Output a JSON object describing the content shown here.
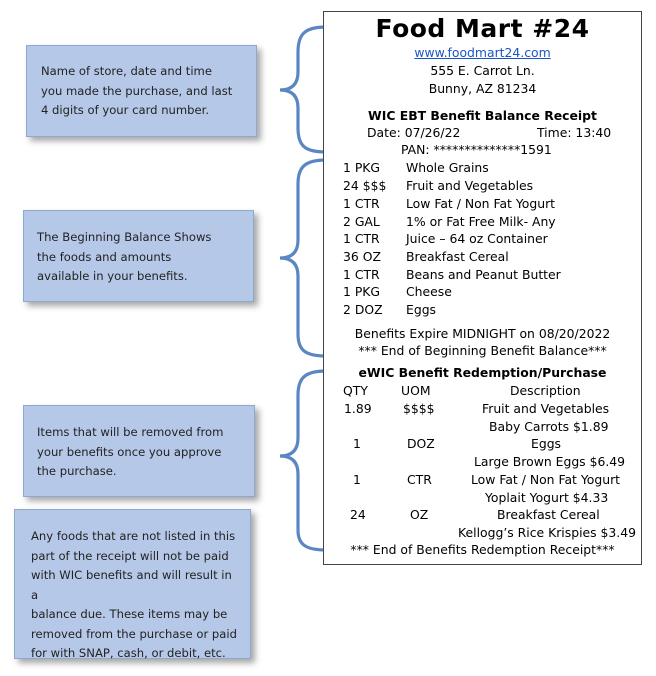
{
  "callouts": {
    "store_info": [
      "Name of store, date and time",
      "you made the purchase, and last",
      "4 digits of your card number."
    ],
    "beginning_balance": [
      "The Beginning Balance Shows",
      "the foods and amounts",
      "available in your benefits."
    ],
    "items_removed": [
      "Items that will be removed from",
      "your benefits once you approve",
      "the purchase."
    ],
    "not_listed": [
      "Any foods that are not listed in this",
      "part of the receipt will not be paid",
      "with WIC benefits and will result in a",
      "balance due. These items may be",
      "removed from the purchase or paid",
      "for with SNAP, cash, or debit, etc."
    ]
  },
  "receipt": {
    "store_name": "Food Mart #24",
    "website": "www.foodmart24.com",
    "address_line1": "555 E. Carrot Ln.",
    "address_line2": "Bunny, AZ 81234",
    "receipt_title": "WIC EBT Benefit Balance Receipt",
    "date": "Date: 07/26/22",
    "time": "Time: 13:40",
    "pan": "PAN: **************1591",
    "balance_items": [
      {
        "qty": "1 PKG",
        "desc": "Whole Grains"
      },
      {
        "qty": "24 $$$",
        "desc": "Fruit and Vegetables"
      },
      {
        "qty": "1 CTR",
        "desc": "Low Fat / Non Fat Yogurt"
      },
      {
        "qty": "2 GAL",
        "desc": "1% or Fat Free Milk- Any"
      },
      {
        "qty": "1 CTR",
        "desc": "Juice – 64 oz Container"
      },
      {
        "qty": "36 OZ",
        "desc": "Breakfast Cereal"
      },
      {
        "qty": "1 CTR",
        "desc": "Beans and Peanut Butter"
      },
      {
        "qty": "1 PKG",
        "desc": "Cheese"
      },
      {
        "qty": "2 DOZ",
        "desc": "Eggs"
      }
    ],
    "expiry": "Benefits Expire MIDNIGHT on 08/20/2022",
    "end_balance": "*** End of Beginning Benefit Balance***",
    "redemption_title": "eWIC Benefit Redemption/Purchase",
    "col_qty": "QTY",
    "col_uom": "UOM",
    "col_desc": "Description",
    "redemption_items": [
      {
        "qty": "1.89",
        "uom": "$$$$",
        "desc": "Fruit and Vegetables",
        "product": "Baby Carrots $1.89"
      },
      {
        "qty": "1",
        "uom": "DOZ",
        "desc": "Eggs",
        "product": "Large Brown Eggs $6.49"
      },
      {
        "qty": "1",
        "uom": "CTR",
        "desc": "Low Fat / Non Fat Yogurt",
        "product": "Yoplait Yogurt  $4.33"
      },
      {
        "qty": "24",
        "uom": "OZ",
        "desc": "Breakfast Cereal",
        "product": "Kellogg’s Rice Krispies $3.49"
      }
    ],
    "end_redemption": "*** End of Benefits Redemption Receipt***"
  },
  "colors": {
    "callout_fill": "#b6c8e8",
    "brace": "#5b86c4",
    "link": "#1a56c8"
  }
}
